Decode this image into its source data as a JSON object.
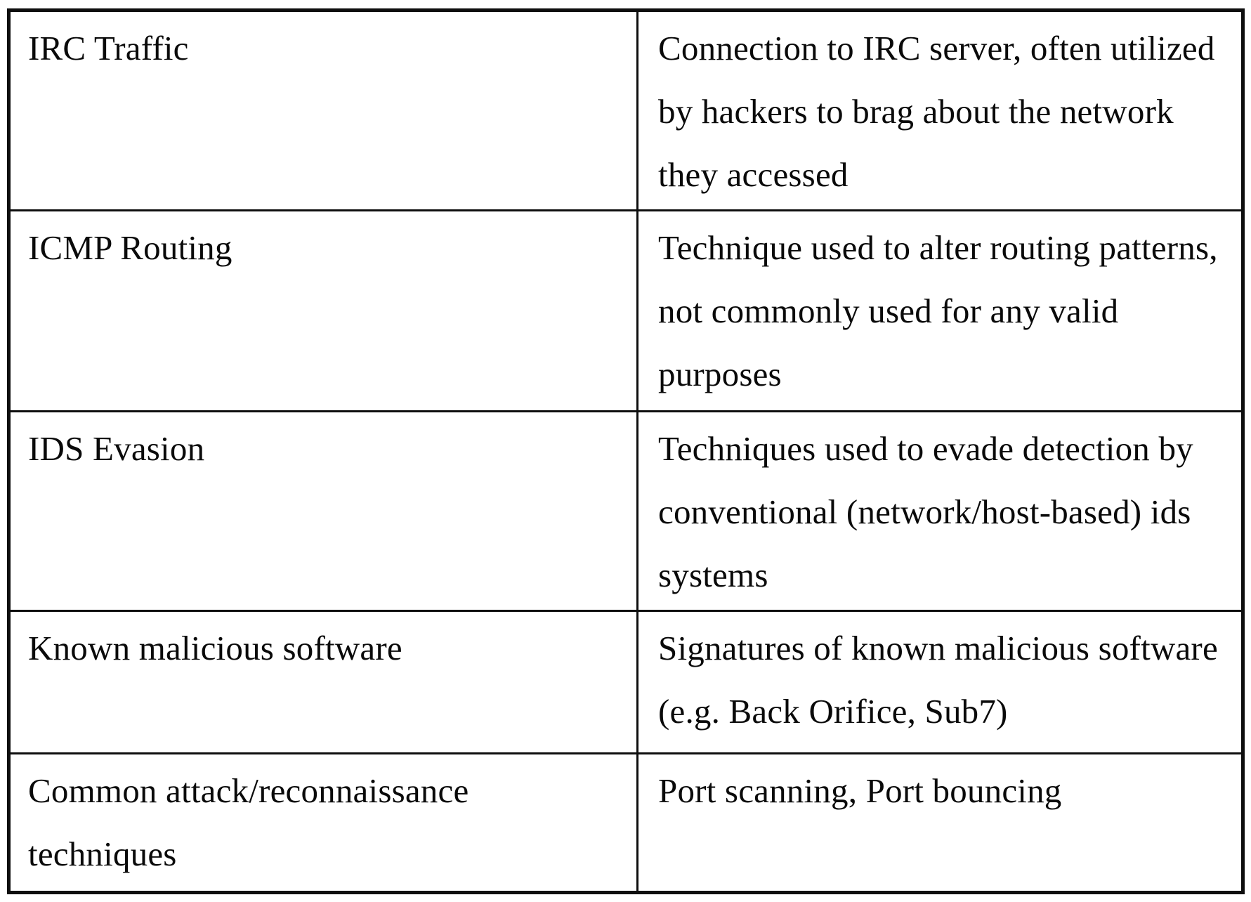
{
  "page": {
    "colors": {
      "bg": "#ffffff",
      "ink": "#0a0a0a",
      "line": "#0e0e0e"
    }
  },
  "table": {
    "description": "Two-column definition table of suspicious network activity categories",
    "rows": [
      {
        "term": "IRC Traffic",
        "description": "Connection to IRC server, often utilized by hackers to brag about the network they accessed"
      },
      {
        "term": "ICMP Routing",
        "description": "Technique used to alter routing patterns, not commonly used for any valid purposes"
      },
      {
        "term": "IDS Evasion",
        "description": "Techniques used to evade detection by conventional (network/host-based) ids systems"
      },
      {
        "term": "Known malicious software",
        "description": "Signatures of known malicious software (e.g. Back Orifice, Sub7)"
      },
      {
        "term": "Common attack/reconnaissance techniques",
        "description": "Port scanning, Port bouncing"
      }
    ]
  }
}
